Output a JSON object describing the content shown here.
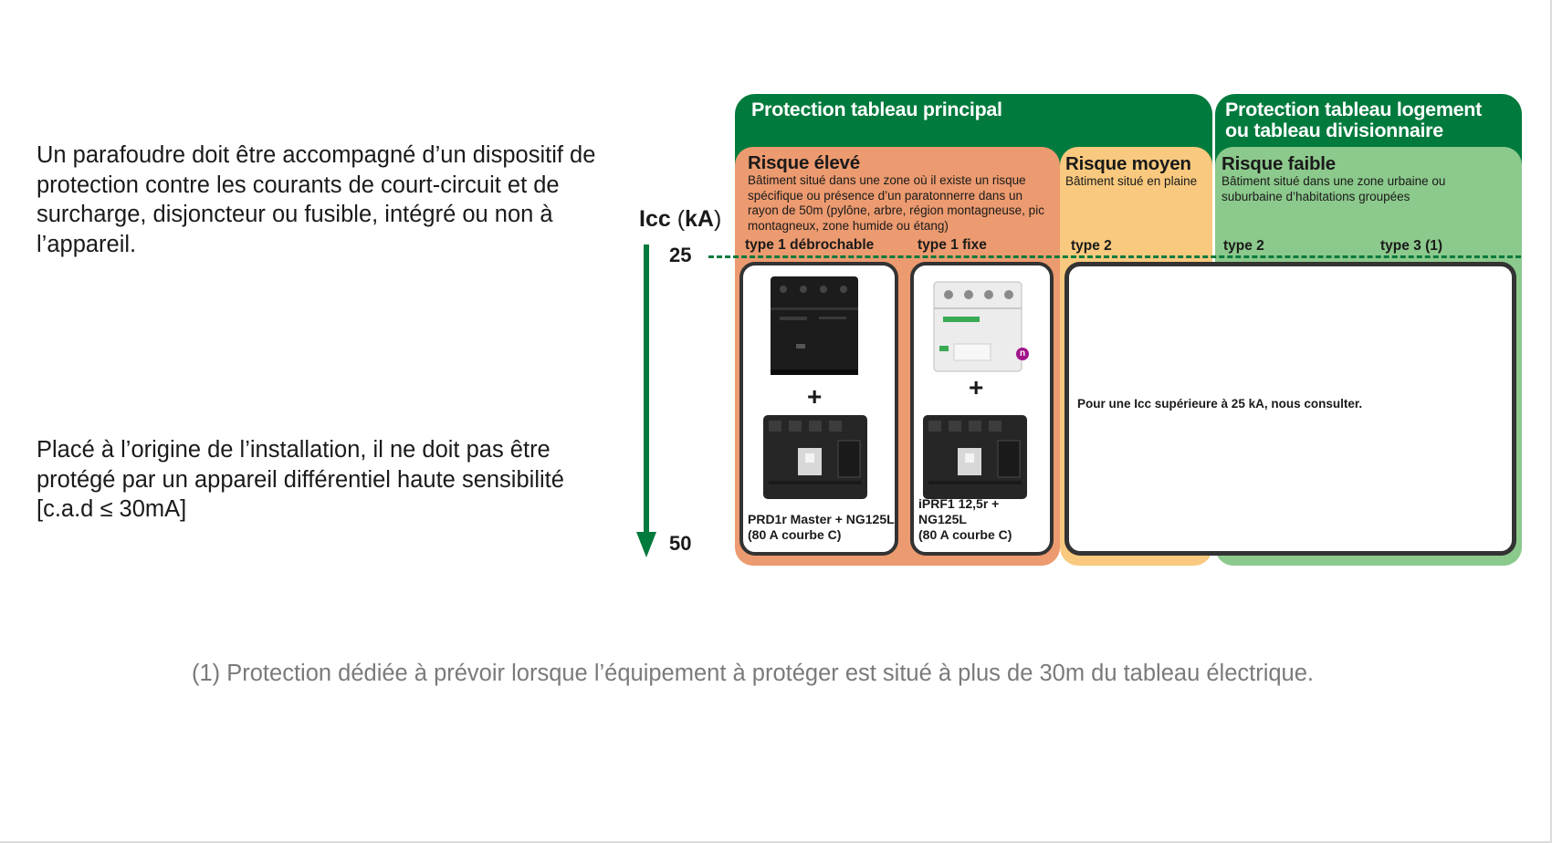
{
  "intro": {
    "paragraph_1": "Un parafoudre doit être accompagné d’un dispositif de protection contre les courants de court-circuit et de surcharge, disjoncteur ou fusible, intégré ou non à l’appareil.",
    "paragraph_2": "Placé à l’origine de l’installation, il ne doit pas être protégé par un appareil différentiel haute sensibilité [c.a.d ≤ 30mA]"
  },
  "axis": {
    "label_bold": "Icc ",
    "label_unit_open": "(",
    "label_unit": "kA",
    "label_unit_close": ")",
    "tick_top": "25",
    "tick_bottom": "50"
  },
  "headers": {
    "main": "Protection tableau principal",
    "logement_line1": "Protection tableau logement",
    "logement_line2": "ou tableau divisionnaire"
  },
  "risks": {
    "eleve": {
      "title": "Risque élevé",
      "desc": "Bâtiment situé dans une zone où il existe un risque spécifique ou présence d’un paratonnerre dans un rayon de 50m (pylône, arbre, région montagneuse, pic montagneux, zone humide ou étang)",
      "types": [
        "type 1 débrochable",
        "type 1 fixe"
      ]
    },
    "moyen": {
      "title": "Risque moyen",
      "desc": "Bâtiment situé en plaine",
      "types": [
        "type 2"
      ]
    },
    "faible": {
      "title": "Risque faible",
      "desc": "Bâtiment situé dans une zone urbaine ou suburbaine d’habitations groupées",
      "types": [
        "type 2",
        "type 3 (1)"
      ]
    }
  },
  "products": {
    "card_1": {
      "caption_line1": "PRD1r Master + NG125L",
      "caption_line2": "(80 A courbe C)",
      "plus": "+"
    },
    "card_2": {
      "caption_line1": "iPRF1 12,5r + NG125L",
      "caption_line2": "(80 A courbe C)",
      "plus": "+"
    },
    "card_3": {
      "text": "Pour une Icc supérieure à 25 kA, nous consulter."
    }
  },
  "badge": "n",
  "footnote": "(1) Protection dédiée à prévoir lorsque l’équipement à protéger est situé à plus de 30m du tableau électrique.",
  "colors": {
    "green": "#007a3d",
    "risk_eleve": "#ec9a6f",
    "risk_moyen": "#f8c97e",
    "risk_faible": "#8cc98c"
  }
}
